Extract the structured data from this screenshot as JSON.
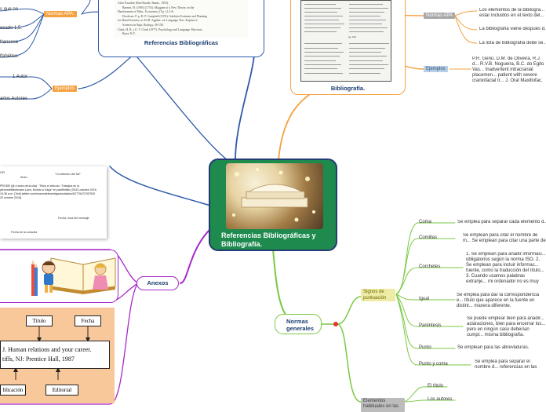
{
  "center": {
    "title": "Referencias Bibliográficas y Bibliografía."
  },
  "top_left": {
    "frag_1": "s que no",
    "tag_normas_apa": "Normas APA:",
    "frag_2": "esado 1,5.",
    "frag_3": "francesa",
    "frag_4": "lfabético.",
    "one_author": "1 Autor",
    "various_authors": "arios Autores",
    "tag_ejemplos": "Ejemplos",
    "doc_title": "Referencias Bibliográficas",
    "doc_lines": [
      "Alice Paradise (Red Bradle, Bamb., 1955).",
      "Barnett, H. (1995) (1755), Maggine of a New Theory on the",
      "Hareforment of Paltn., Economics (T.p. (1.2+6.",
      "Drechsen, P. p. D. P. Campbell (1974). Adabitos Estimate and Planning",
      "for Hand Scientist, as Ed B. Agpbin. od. Language Tess: Kaplan of",
      "Sciences in Sign, Biology, 58-158.",
      "Clark, H. R. y E. V. Clark (1977). Psychology and Language. Harcourt,",
      "Brace N.Y."
    ]
  },
  "top_center": {
    "doc_title": "Bibliografía.",
    "page_label": "pg. 191"
  },
  "top_right": {
    "tag_normas_apa": "Normas APA",
    "text_1": "Los elementos de la bibliogra... estar incluidos en el texto del...",
    "text_2": "La bibliografía viene después d...",
    "text_3": "La lista de bibliografía debe se...",
    "tag_ejemplos": "Ejemplos",
    "example": "P.R. Genú, D.M. de Oliveira, R.J. d... R.V.B. Nogueira, B.C. do Egito Vas... Inadvertent intracranial placemen... patient with severe craniofacial tr... J. Oral Maxillofac. Surg., 62 (11) (..."
  },
  "left_mid": {
    "col_a": "OR",
    "col_b": "título",
    "col_c": "“Contenido del tal”",
    "citation": "PRODB (@.e.autor.de.la.cita). “Titulo el artículo: ‘Trabajos en la plenumbibliotecario Lazo; Mundo a Gaya” en pacifibiblio (25/10-octubre 2016, 10:36 a.m. (Twit) twitter.com/museodeinvestigacion/status/52775472787933 20 octubre 2016].",
    "note_date": "Fecha, hora del mensaje",
    "note_consult": "Fecha de la consulta"
  },
  "anexos": {
    "label": "Anexos",
    "diagram": {
      "titulo": "Título",
      "fecha": "Fecha",
      "ref_line_1": "J. Human relations and your career.",
      "ref_line_2": "tiffs, NJ: Prentice Hall, 1987",
      "publicacion": "blicación",
      "editorial": "Editorial"
    }
  },
  "normas": {
    "label": "Normas generales",
    "signos_tag": "Signos de puntuación",
    "elementos_tag": "Elementos habituales en las",
    "items": [
      {
        "name": "Coma",
        "desc": "Se emplea para separar cada elemento d..."
      },
      {
        "name": "Comillas",
        "desc": "Se emplean para citar el nombre de m... Se emplean para citar una parte de un..."
      },
      {
        "name": "Corchetes",
        "desc": "1. Se emplean para añadir informaci... obligatorios según la norma ISO. 2. Se emplean para incluir informac... fuente, como la traducción del título... 3. Cuando usamos palabras extranje... mi ordenador no es muy completo."
      },
      {
        "name": "Igual",
        "desc": "Se emplea para dar la correspondencia e... título que aparece en la fuente en distint... manera diferente."
      },
      {
        "name": "Paréntesis",
        "desc": "Se puede emplear bien para añadir... aclaraciones, bien para encerrar los... pero en ningún caso deberían cumpl... misma bibliografía."
      },
      {
        "name": "Punto",
        "desc": "Se emplean para las abreviaturas."
      },
      {
        "name": "Punto y coma",
        "desc": "Se emplea para separar el nombre d... referencias en las que se cite a m..."
      }
    ],
    "sub_items": [
      "El título",
      "Los autores"
    ]
  },
  "colors": {
    "center": "#1e8a4e",
    "branch_purple": "#a629c9",
    "branch_green": "#7ac943",
    "branch_blue": "#2e5aa8",
    "branch_orange": "#f4a13f"
  }
}
